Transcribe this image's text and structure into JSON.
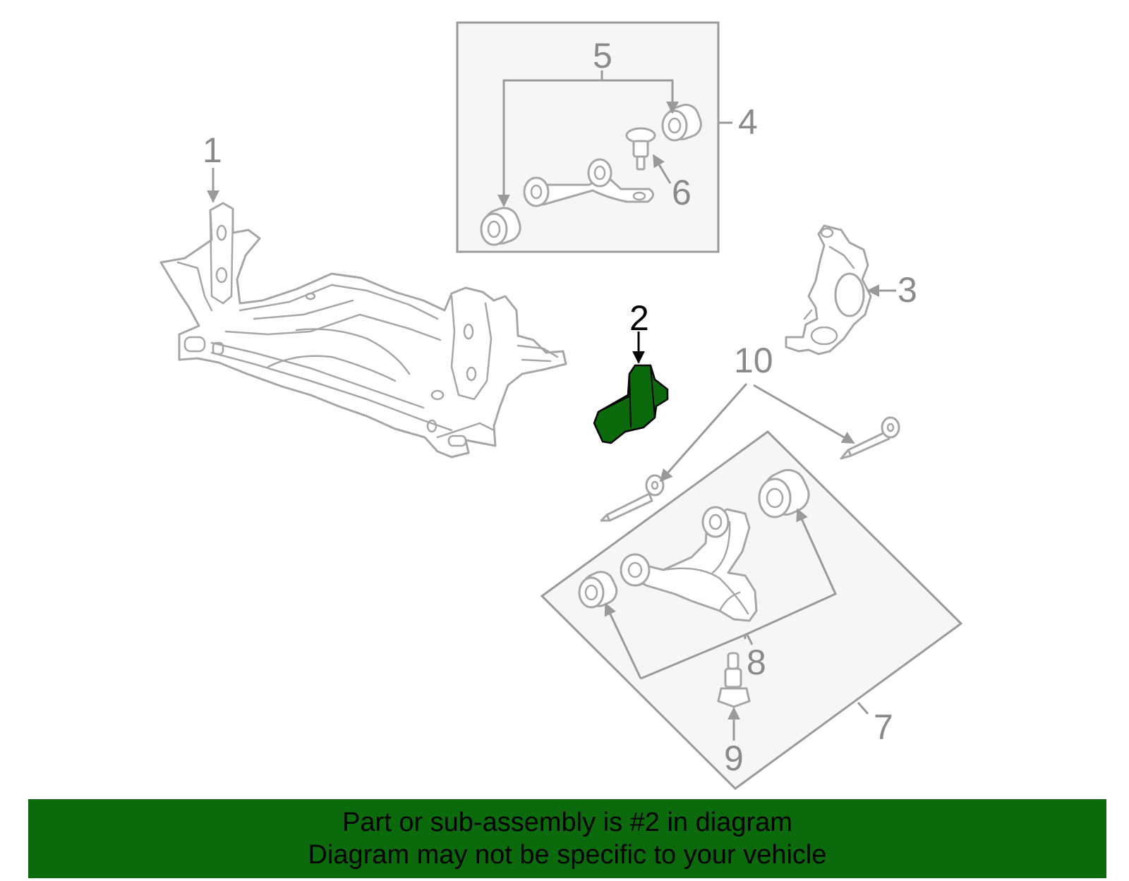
{
  "callouts": {
    "c1": "1",
    "c2": "2",
    "c3": "3",
    "c4": "4",
    "c5": "5",
    "c6": "6",
    "c7": "7",
    "c8": "8",
    "c9": "9",
    "c10": "10"
  },
  "highlighted_part": "2",
  "colors": {
    "highlight": "#0b6a0b",
    "outline": "#a6a6a6",
    "banner": "#0b6a0b"
  },
  "banner": {
    "line1": "Part or sub-assembly is #2 in diagram",
    "line2": "Diagram may not be specific to your vehicle"
  }
}
